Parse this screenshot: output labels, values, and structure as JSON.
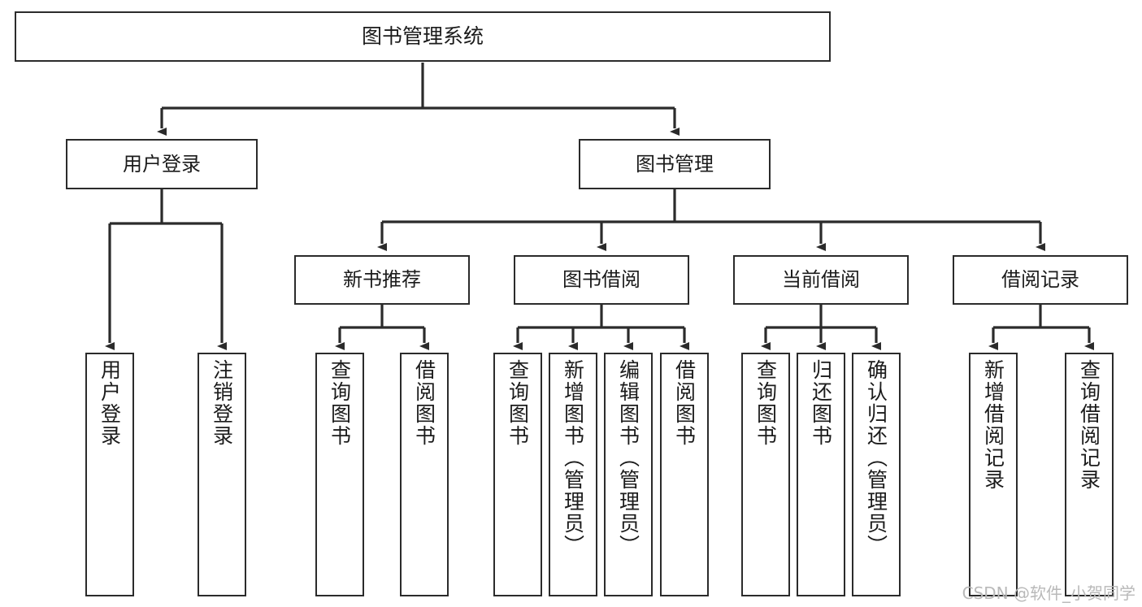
{
  "diagram": {
    "title": "图书管理系统",
    "type": "tree-hierarchy-chart",
    "watermark": "CSDN @软件_小贺同学",
    "colors": {
      "stroke": "#2b2b2b",
      "fill": "#ffffff",
      "text": "#1b1b1b",
      "watermark": "#b9b9b9"
    },
    "nodes": {
      "root": {
        "label": "图书管理系统"
      },
      "level1": [
        {
          "id": "user-login",
          "label": "用户登录"
        },
        {
          "id": "book-manage",
          "label": "图书管理"
        }
      ],
      "level2": [
        {
          "id": "new-book-recommend",
          "label": "新书推荐"
        },
        {
          "id": "book-borrow",
          "label": "图书借阅"
        },
        {
          "id": "current-borrow",
          "label": "当前借阅"
        },
        {
          "id": "borrow-record",
          "label": "借阅记录"
        }
      ],
      "leaves": {
        "user-login": [
          {
            "id": "leaf-user-login",
            "label": "用户登录"
          },
          {
            "id": "leaf-logout",
            "label": "注销登录"
          }
        ],
        "new-book-recommend": [
          {
            "id": "leaf-query-book-1",
            "label": "查询图书"
          },
          {
            "id": "leaf-borrow-book-1",
            "label": "借阅图书"
          }
        ],
        "book-borrow": [
          {
            "id": "leaf-query-book-2",
            "label": "查询图书"
          },
          {
            "id": "leaf-add-book",
            "label": "新增图书（管理员）"
          },
          {
            "id": "leaf-edit-book",
            "label": "编辑图书（管理员）"
          },
          {
            "id": "leaf-borrow-book-2",
            "label": "借阅图书"
          }
        ],
        "current-borrow": [
          {
            "id": "leaf-query-book-3",
            "label": "查询图书"
          },
          {
            "id": "leaf-return-book",
            "label": "归还图书"
          },
          {
            "id": "leaf-confirm-return",
            "label": "确认归还（管理员）"
          }
        ],
        "borrow-record": [
          {
            "id": "leaf-add-record",
            "label": "新增借阅记录"
          },
          {
            "id": "leaf-query-record",
            "label": "查询借阅记录"
          }
        ]
      }
    }
  }
}
